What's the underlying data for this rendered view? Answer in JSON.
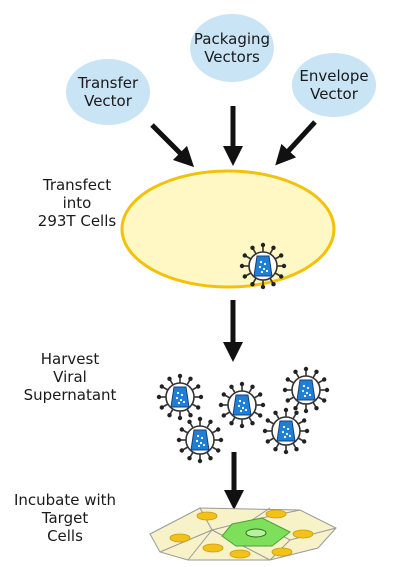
{
  "vectors": {
    "packaging": {
      "line1": "Packaging",
      "line2": "Vectors"
    },
    "transfer": {
      "line1": "Transfer",
      "line2": "Vector"
    },
    "envelope": {
      "line1": "Envelope",
      "line2": "Vector"
    }
  },
  "steps": {
    "transfect": {
      "line1": "Transfect",
      "line2": "into",
      "line3": "293T Cells"
    },
    "harvest": {
      "line1": "Harvest",
      "line2": "Viral",
      "line3": "Supernatant"
    },
    "incubate": {
      "line1": "Incubate with",
      "line2": "Target",
      "line3": "Cells"
    }
  },
  "colors": {
    "vector_fill": "#c9e4f5",
    "cell_fill": "#fff8c4",
    "cell_border": "#f2c10a",
    "virus_core": "#1f7fd6",
    "target_cell": "#f7f2c8",
    "target_nucleus": "#f3c21a",
    "infected_cell": "#7ee05a"
  }
}
